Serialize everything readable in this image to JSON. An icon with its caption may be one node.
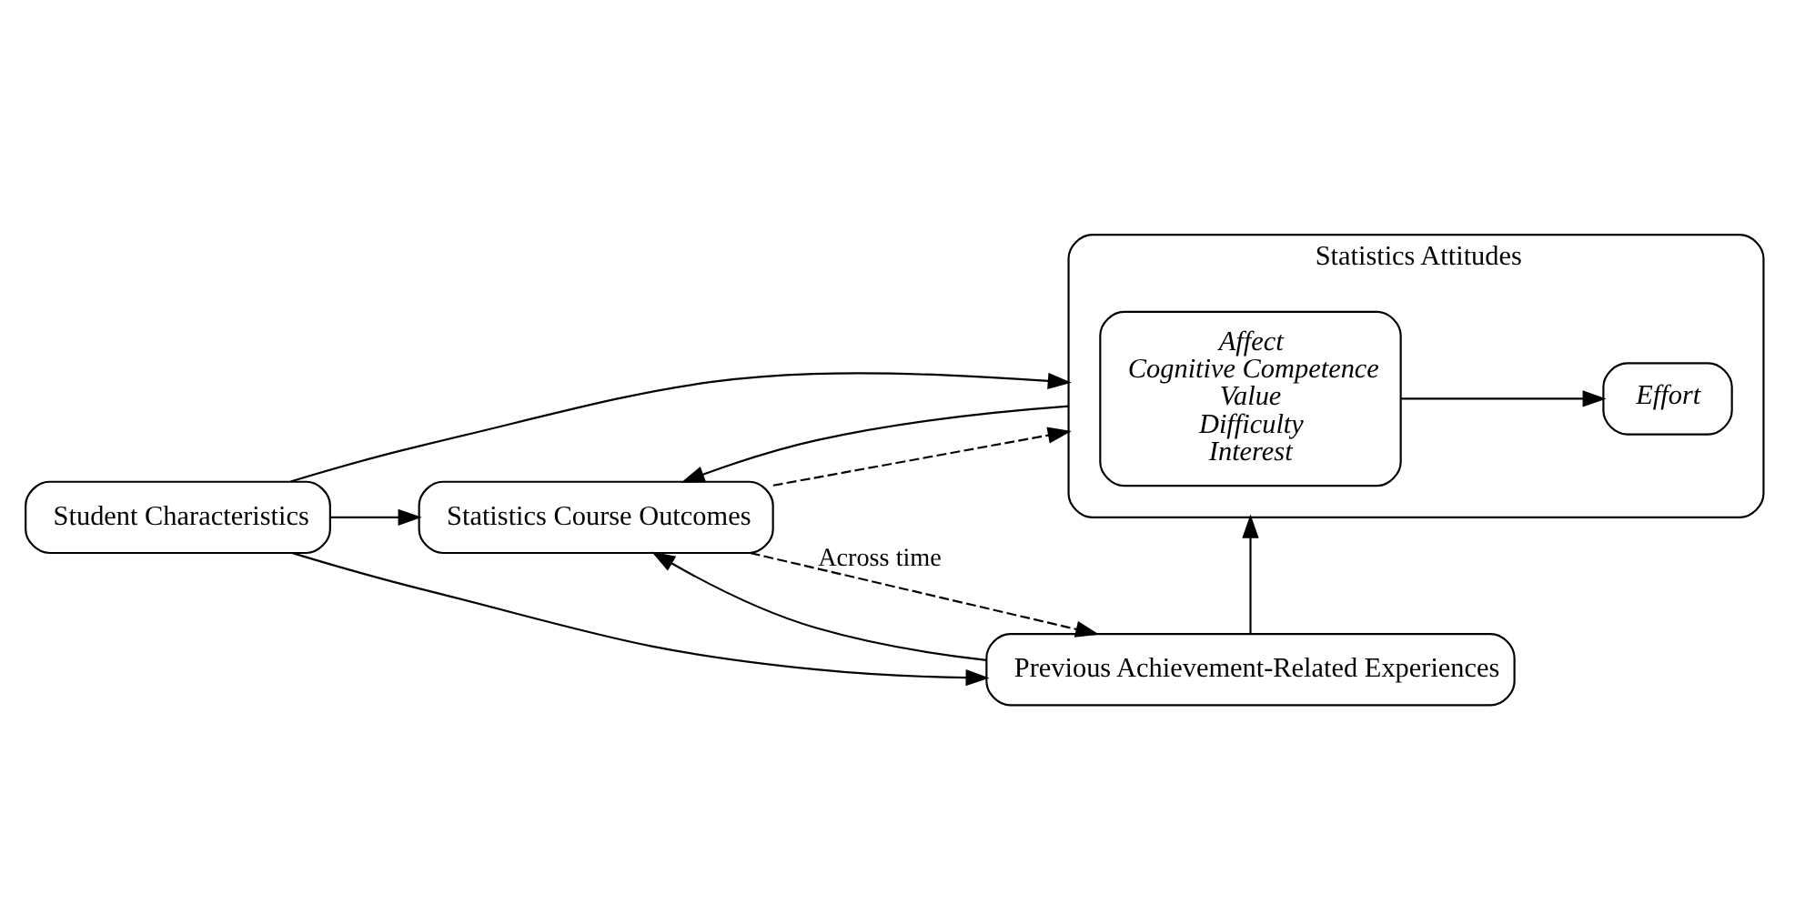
{
  "diagram": {
    "nodes": [
      {
        "text": [
          "Student Characteristics"
        ]
      },
      {
        "text": [
          "Statistics Attitudes"
        ]
      },
      {
        "text": [
          "Affect",
          "Cognitive Competence",
          "Value",
          "Difficulty",
          "Interest"
        ],
        "in": 1
      },
      {
        "text": [
          "Effort"
        ],
        "in": 1
      },
      {
        "text": [
          "Statistics Course Outcomes"
        ]
      },
      {
        "text": [
          "Previous Achievement-Related Experiences"
        ]
      }
    ],
    "edges": [
      {
        "from": 0,
        "to": 1,
        "arrow": "to"
      },
      {
        "from": 0,
        "to": 4,
        "arrow": "to"
      },
      {
        "from": 0,
        "to": 5,
        "arrow": "to"
      },
      {
        "from": 2,
        "to": 3,
        "arrow": "to"
      },
      {
        "from": 1,
        "to": 4,
        "arrow": "to"
      },
      {
        "from": 5,
        "to": 1,
        "arrow": "to"
      },
      {
        "from": 5,
        "to": 4,
        "arrow": "to"
      },
      {
        "from": 4,
        "to": 5,
        "arrow": "to",
        "style": "dashed",
        "label": "Across time"
      },
      {
        "from": 4,
        "to": 1,
        "arrow": "to",
        "style": "dashed"
      }
    ]
  }
}
